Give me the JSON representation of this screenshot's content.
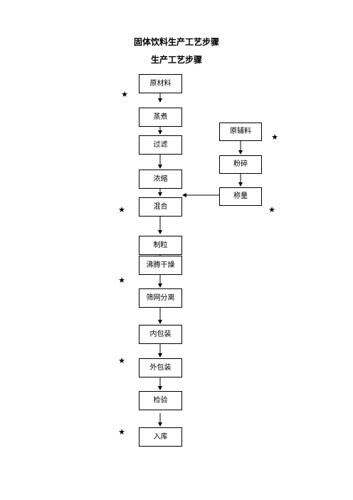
{
  "document": {
    "title": "固体饮料生产工艺步骤",
    "diagram_title": "生产工艺步骤"
  },
  "main_steps": [
    "原材料",
    "蒸煮",
    "过滤",
    "浓缩",
    "混合",
    "制粒",
    "沸腾干燥",
    "筛网分离",
    "内包装",
    "外包装",
    "检验",
    "入库"
  ],
  "side_steps": [
    "原辅料",
    "粉碎",
    "称量"
  ],
  "marker": "★"
}
